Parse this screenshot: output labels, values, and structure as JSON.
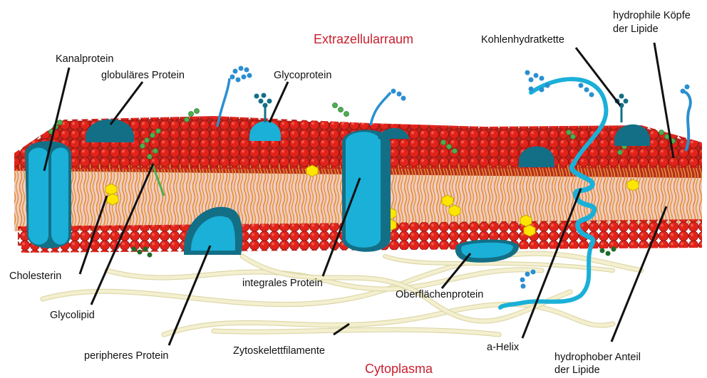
{
  "regions": {
    "extracellular": "Extrazellularraum",
    "cytoplasm": "Cytoplasma"
  },
  "labels": {
    "kanalprotein": "Kanalprotein",
    "globulaeres_protein": "globuläres Protein",
    "glycoprotein": "Glycoprotein",
    "kohlenhydratkette": "Kohlenhydratkette",
    "hydrophile_line1": "hydrophile Köpfe",
    "hydrophile_line2": "der Lipide",
    "cholesterin": "Cholesterin",
    "glycolipid": "Glycolipid",
    "integrales_protein": "integrales Protein",
    "oberflaechenprotein": "Oberflächenprotein",
    "peripheres_protein": "peripheres Protein",
    "zytoskelettfilamente": "Zytoskelettfilamente",
    "a_helix": "a-Helix",
    "hydrophober_line1": "hydrophober Anteil",
    "hydrophober_line2": "der Lipide"
  },
  "colors": {
    "lipid_head": "#e2231a",
    "lipid_tail": "#f4a62a",
    "interior": "#c0392b",
    "protein_light": "#1ab0d8",
    "protein_dark": "#136f86",
    "carbohydrate": "#2a8fd0",
    "glycolipid_chain": "#4caf50",
    "cholesterol": "#ffe600",
    "filament": "#f0ecc4",
    "region_text": "#c8202e"
  }
}
